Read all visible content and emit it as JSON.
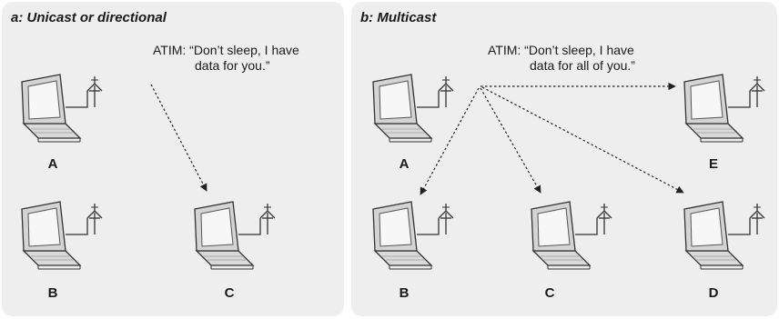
{
  "panels": [
    {
      "title": "a: Unicast or directional",
      "atim_lines": [
        "ATIM:  “Don’t sleep, I have",
        "data for you.”"
      ],
      "nodes": [
        "A",
        "B",
        "C"
      ]
    },
    {
      "title": "b: Multicast",
      "atim_lines": [
        "ATIM:  “Don’t sleep, I have",
        "data for all of you.”"
      ],
      "nodes": [
        "A",
        "B",
        "C",
        "D",
        "E"
      ]
    }
  ],
  "colors": {
    "panel_background": "#eeeeee",
    "laptop_body": "#d9d9d9",
    "laptop_screen": "#f7f7f7",
    "outline": "#333333",
    "arrow": "#222222"
  },
  "icons": [
    "laptop-icon",
    "antenna-icon",
    "dotted-arrow"
  ]
}
